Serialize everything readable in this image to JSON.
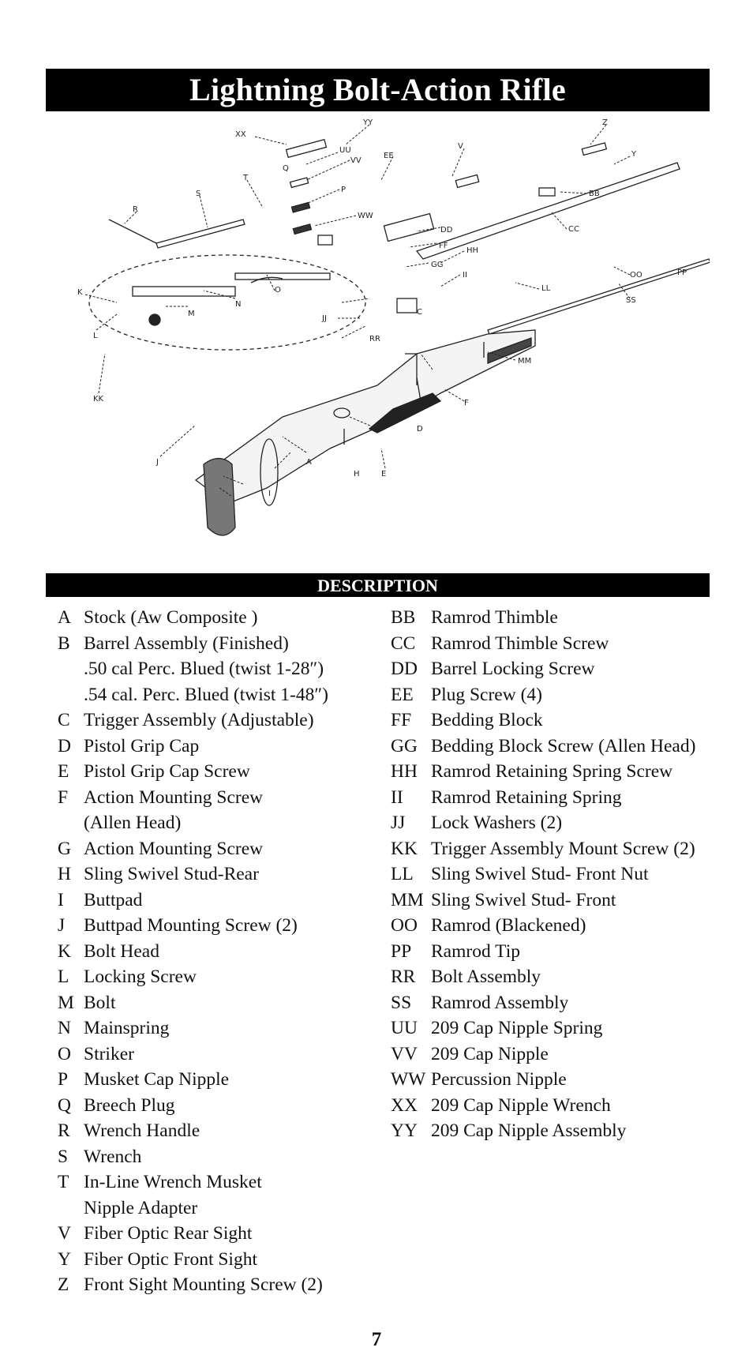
{
  "title": "Lightning Bolt-Action Rifle",
  "description_heading": "DESCRIPTION",
  "page_number": "7",
  "diagram": {
    "callouts": [
      "XX",
      "YY",
      "UU",
      "Q",
      "VV",
      "P",
      "WW",
      "T",
      "S",
      "R",
      "K",
      "L",
      "KK",
      "M",
      "N",
      "O",
      "EE",
      "V",
      "Z",
      "Y",
      "BB",
      "CC",
      "DD",
      "FF",
      "GG",
      "HH",
      "II",
      "LL",
      "OO",
      "PP",
      "SS",
      "MM",
      "C",
      "JJ",
      "RR",
      "E",
      "D",
      "F",
      "I",
      "J",
      "A",
      "H"
    ]
  },
  "parts_left": [
    {
      "code": "A",
      "name": "Stock (Aw Composite )"
    },
    {
      "code": "B",
      "name": "Barrel Assembly (Finished)"
    },
    {
      "code": "",
      "name": ".50 cal Perc. Blued (twist 1-28″)"
    },
    {
      "code": "",
      "name": ".54 cal. Perc. Blued (twist 1-48″)"
    },
    {
      "code": "C",
      "name": "Trigger Assembly (Adjustable)"
    },
    {
      "code": "D",
      "name": "Pistol Grip Cap"
    },
    {
      "code": "E",
      "name": "Pistol Grip Cap Screw"
    },
    {
      "code": "F",
      "name": "Action Mounting Screw"
    },
    {
      "code": "",
      "name": "(Allen Head)"
    },
    {
      "code": "G",
      "name": "Action Mounting Screw"
    },
    {
      "code": "H",
      "name": "Sling Swivel Stud-Rear"
    },
    {
      "code": "I",
      "name": "Buttpad"
    },
    {
      "code": "J",
      "name": "Buttpad Mounting Screw (2)"
    },
    {
      "code": "K",
      "name": "Bolt Head"
    },
    {
      "code": "L",
      "name": "Locking Screw"
    },
    {
      "code": "M",
      "name": "Bolt"
    },
    {
      "code": "N",
      "name": "Mainspring"
    },
    {
      "code": "O",
      "name": "Striker"
    },
    {
      "code": "P",
      "name": "Musket Cap Nipple"
    },
    {
      "code": "Q",
      "name": "Breech Plug"
    },
    {
      "code": "R",
      "name": "Wrench Handle"
    },
    {
      "code": "S",
      "name": "Wrench"
    },
    {
      "code": "T",
      "name": "In-Line Wrench Musket"
    },
    {
      "code": "",
      "name": "Nipple Adapter"
    },
    {
      "code": "V",
      "name": "Fiber Optic Rear Sight"
    },
    {
      "code": "Y",
      "name": "Fiber Optic Front Sight"
    },
    {
      "code": "Z",
      "name": "Front Sight Mounting Screw (2)"
    }
  ],
  "parts_right": [
    {
      "code": "BB",
      "name": "Ramrod Thimble"
    },
    {
      "code": "CC",
      "name": "Ramrod Thimble Screw"
    },
    {
      "code": "DD",
      "name": "Barrel Locking Screw"
    },
    {
      "code": "EE",
      "name": "Plug Screw (4)"
    },
    {
      "code": "FF",
      "name": "Bedding Block"
    },
    {
      "code": "GG",
      "name": "Bedding Block Screw (Allen Head)"
    },
    {
      "code": "HH",
      "name": "Ramrod Retaining Spring Screw"
    },
    {
      "code": "II",
      "name": "Ramrod Retaining Spring"
    },
    {
      "code": "JJ",
      "name": "Lock Washers (2)"
    },
    {
      "code": "KK",
      "name": "Trigger Assembly Mount Screw (2)"
    },
    {
      "code": "LL",
      "name": "Sling Swivel Stud- Front Nut"
    },
    {
      "code": "MM",
      "name": "Sling Swivel Stud- Front"
    },
    {
      "code": "OO",
      "name": "Ramrod (Blackened)"
    },
    {
      "code": "PP",
      "name": "Ramrod Tip"
    },
    {
      "code": "RR",
      "name": "Bolt Assembly"
    },
    {
      "code": "SS",
      "name": "Ramrod Assembly"
    },
    {
      "code": "UU",
      "name": "209 Cap Nipple Spring"
    },
    {
      "code": "VV",
      "name": "209 Cap Nipple"
    },
    {
      "code": "WW",
      "name": "Percussion Nipple"
    },
    {
      "code": "XX",
      "name": "209 Cap Nipple Wrench"
    },
    {
      "code": "YY",
      "name": "209 Cap Nipple Assembly"
    }
  ]
}
